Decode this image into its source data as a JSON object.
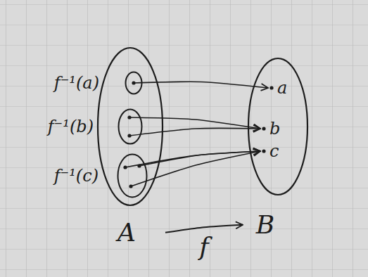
{
  "diagram": {
    "nodes": [
      {
        "text": [
          "A"
        ]
      },
      {
        "text": [
          "f⁻¹(a)"
        ],
        "in": 0
      },
      {
        "text": [
          "f⁻¹(b)"
        ],
        "in": 0
      },
      {
        "text": [
          "f⁻¹(c)"
        ],
        "in": 0
      },
      {
        "text": [
          "B"
        ]
      },
      {
        "text": [
          "a"
        ],
        "in": 4
      },
      {
        "text": [
          "b"
        ],
        "in": 4
      },
      {
        "text": [
          "c"
        ],
        "in": 4
      }
    ],
    "edges": [
      {
        "from": 1,
        "to": 5,
        "arrow": "to"
      },
      {
        "from": 2,
        "to": 6,
        "arrow": "to"
      },
      {
        "from": 2,
        "to": 6,
        "arrow": "to"
      },
      {
        "from": 3,
        "to": 7,
        "arrow": "to"
      },
      {
        "from": 3,
        "to": 7,
        "arrow": "to"
      },
      {
        "from": 3,
        "to": 7,
        "arrow": "to"
      },
      {
        "from": 0,
        "to": 4,
        "label": "f",
        "arrow": "to"
      }
    ]
  }
}
